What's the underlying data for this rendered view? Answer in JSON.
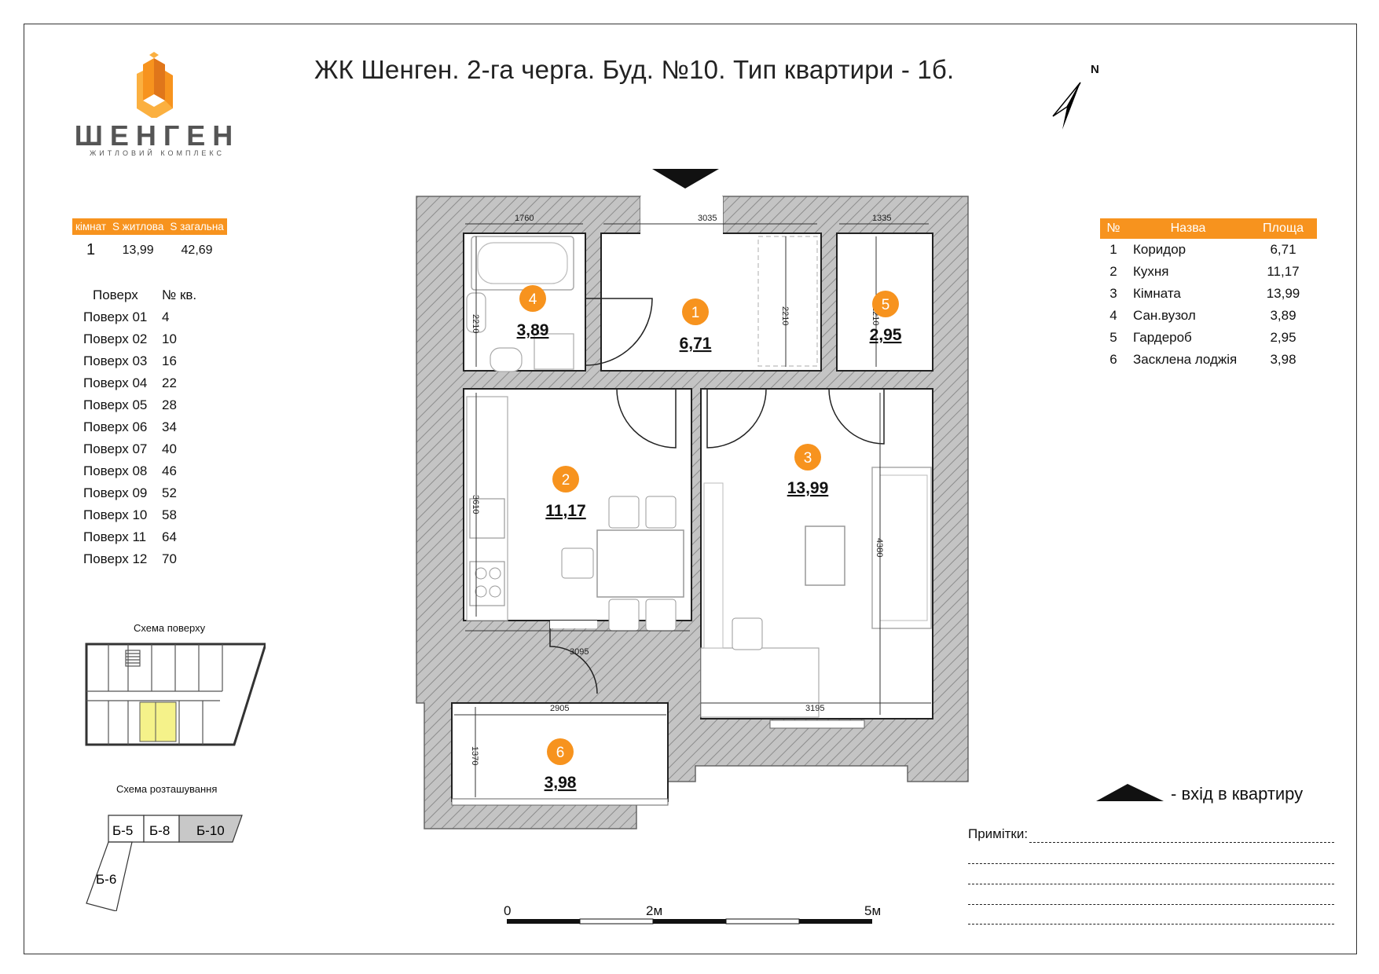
{
  "header": {
    "title": "ЖК Шенген. 2-га черга. Буд. №10. Тип квартири - 1б.",
    "compass_label": "N"
  },
  "logo": {
    "word": "ШЕНГЕН",
    "subtitle": "ЖИТЛОВИЙ КОМПЛЕКС"
  },
  "summary": {
    "headers": [
      "кімнат",
      "S житлова",
      "S загальна"
    ],
    "values": [
      "1",
      "13,99",
      "42,69"
    ]
  },
  "floors": {
    "headers": [
      "Поверх",
      "№ кв."
    ],
    "rows": [
      [
        "Поверх 01",
        "4"
      ],
      [
        "Поверх 02",
        "10"
      ],
      [
        "Поверх 03",
        "16"
      ],
      [
        "Поверх 04",
        "22"
      ],
      [
        "Поверх 05",
        "28"
      ],
      [
        "Поверх 06",
        "34"
      ],
      [
        "Поверх 07",
        "40"
      ],
      [
        "Поверх 08",
        "46"
      ],
      [
        "Поверх 09",
        "52"
      ],
      [
        "Поверх 10",
        "58"
      ],
      [
        "Поверх 11",
        "64"
      ],
      [
        "Поверх 12",
        "70"
      ]
    ]
  },
  "schemas": {
    "floor_label": "Схема поверху",
    "location_label": "Схема розташування",
    "buildings": [
      "Б-5",
      "Б-8",
      "Б-10",
      "Б-6"
    ]
  },
  "rooms_table": {
    "headers": [
      "№",
      "Назва",
      "Площа"
    ],
    "rows": [
      [
        "1",
        "Коридор",
        "6,71"
      ],
      [
        "2",
        "Кухня",
        "11,17"
      ],
      [
        "3",
        "Кімната",
        "13,99"
      ],
      [
        "4",
        "Сан.вузол",
        "3,89"
      ],
      [
        "5",
        "Гардероб",
        "2,95"
      ],
      [
        "6",
        "Засклена лоджія",
        "3,98"
      ]
    ]
  },
  "plan": {
    "room_labels": [
      {
        "num": "1",
        "area": "6,71"
      },
      {
        "num": "2",
        "area": "11,17"
      },
      {
        "num": "3",
        "area": "13,99"
      },
      {
        "num": "4",
        "area": "3,89"
      },
      {
        "num": "5",
        "area": "2,95"
      },
      {
        "num": "6",
        "area": "3,98"
      }
    ],
    "dimensions": [
      "1760",
      "3035",
      "1335",
      "2210",
      "2210",
      "2210",
      "3610",
      "3095",
      "4380",
      "2905",
      "3195",
      "1370"
    ]
  },
  "legend": {
    "entry_label": "-  вхід в квартиру"
  },
  "notes": {
    "label": "Примітки:"
  },
  "scale": {
    "ticks": [
      "0",
      "2м",
      "5м"
    ]
  },
  "colors": {
    "accent": "#f7931e",
    "wall_hatch": "#8c8c8c"
  }
}
